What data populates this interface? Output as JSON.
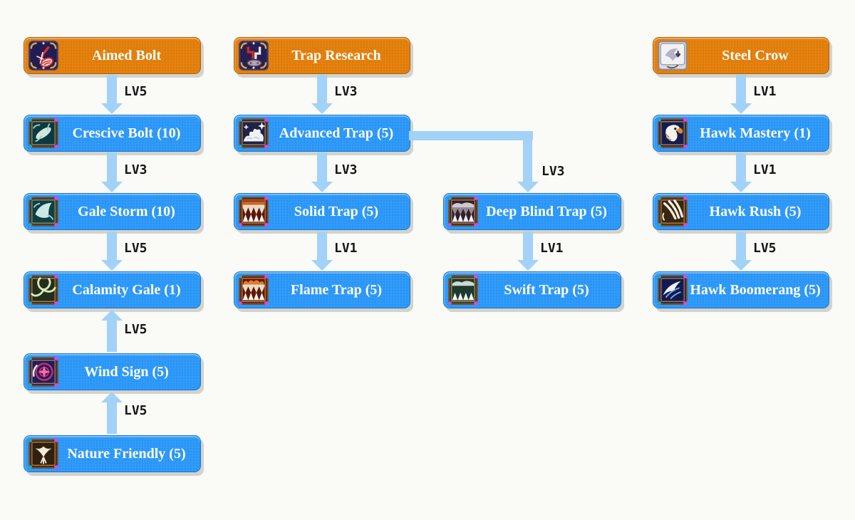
{
  "diagram": {
    "kind": "skill-tree",
    "colors": {
      "background": "#fafaf7",
      "root_node": "#e5810d",
      "skill_node": "#2f9bfa",
      "node_text": "#ffffff",
      "arrow": "#a2d2f7",
      "level_text": "#151515"
    }
  },
  "nodes": [
    {
      "id": "aimed-bolt",
      "label": "Aimed Bolt",
      "type": "root",
      "icon": "aimed-bolt-icon"
    },
    {
      "id": "crescive-bolt",
      "label": "Crescive Bolt (10)",
      "type": "skill",
      "icon": "crescive-bolt-icon"
    },
    {
      "id": "gale-storm",
      "label": "Gale Storm (10)",
      "type": "skill",
      "icon": "gale-storm-icon"
    },
    {
      "id": "calamity-gale",
      "label": "Calamity Gale (1)",
      "type": "skill",
      "icon": "calamity-gale-icon"
    },
    {
      "id": "wind-sign",
      "label": "Wind Sign (5)",
      "type": "skill",
      "icon": "wind-sign-icon"
    },
    {
      "id": "nature-friendly",
      "label": "Nature Friendly (5)",
      "type": "skill",
      "icon": "nature-friendly-icon"
    },
    {
      "id": "trap-research",
      "label": "Trap Research",
      "type": "root",
      "icon": "trap-research-icon"
    },
    {
      "id": "advanced-trap",
      "label": "Advanced Trap (5)",
      "type": "skill",
      "icon": "advanced-trap-icon"
    },
    {
      "id": "solid-trap",
      "label": "Solid Trap (5)",
      "type": "skill",
      "icon": "solid-trap-icon"
    },
    {
      "id": "flame-trap",
      "label": "Flame Trap (5)",
      "type": "skill",
      "icon": "flame-trap-icon"
    },
    {
      "id": "deep-blind-trap",
      "label": "Deep Blind Trap (5)",
      "type": "skill",
      "icon": "deep-blind-trap-icon"
    },
    {
      "id": "swift-trap",
      "label": "Swift Trap (5)",
      "type": "skill",
      "icon": "swift-trap-icon"
    },
    {
      "id": "steel-crow",
      "label": "Steel Crow",
      "type": "root",
      "icon": "steel-crow-icon"
    },
    {
      "id": "hawk-mastery",
      "label": "Hawk Mastery (1)",
      "type": "skill",
      "icon": "hawk-mastery-icon"
    },
    {
      "id": "hawk-rush",
      "label": "Hawk Rush (5)",
      "type": "skill",
      "icon": "hawk-rush-icon"
    },
    {
      "id": "hawk-boomerang",
      "label": "Hawk Boomerang (5)",
      "type": "skill",
      "icon": "hawk-boomerang-icon"
    }
  ],
  "edges": [
    {
      "from": "aimed-bolt",
      "to": "crescive-bolt",
      "level": "LV5",
      "direction": "down"
    },
    {
      "from": "crescive-bolt",
      "to": "gale-storm",
      "level": "LV3",
      "direction": "down"
    },
    {
      "from": "gale-storm",
      "to": "calamity-gale",
      "level": "LV5",
      "direction": "down"
    },
    {
      "from": "wind-sign",
      "to": "calamity-gale",
      "level": "LV5",
      "direction": "up"
    },
    {
      "from": "nature-friendly",
      "to": "wind-sign",
      "level": "LV5",
      "direction": "up"
    },
    {
      "from": "trap-research",
      "to": "advanced-trap",
      "level": "LV3",
      "direction": "down"
    },
    {
      "from": "advanced-trap",
      "to": "solid-trap",
      "level": "LV3",
      "direction": "down"
    },
    {
      "from": "advanced-trap",
      "to": "deep-blind-trap",
      "level": "LV3",
      "direction": "elbow-right-down"
    },
    {
      "from": "solid-trap",
      "to": "flame-trap",
      "level": "LV1",
      "direction": "down"
    },
    {
      "from": "deep-blind-trap",
      "to": "swift-trap",
      "level": "LV1",
      "direction": "down"
    },
    {
      "from": "steel-crow",
      "to": "hawk-mastery",
      "level": "LV1",
      "direction": "down"
    },
    {
      "from": "hawk-mastery",
      "to": "hawk-rush",
      "level": "LV1",
      "direction": "down"
    },
    {
      "from": "hawk-rush",
      "to": "hawk-boomerang",
      "level": "LV5",
      "direction": "down"
    }
  ]
}
